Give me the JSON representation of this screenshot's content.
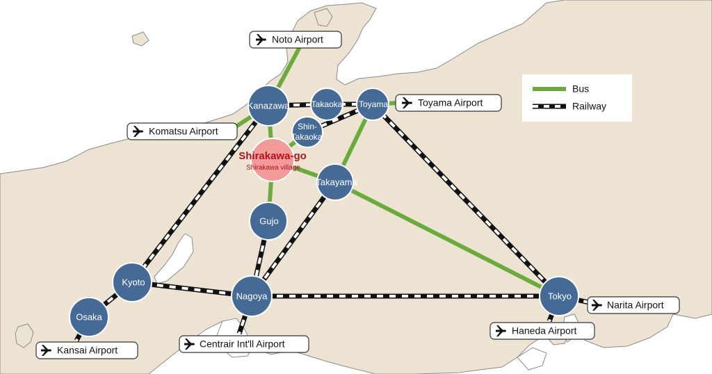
{
  "colors": {
    "sea": "#ffffff",
    "land": "#ece3d3",
    "coast": "#8a8a8a",
    "bus": "#6bab3d",
    "rail_dark": "#111111",
    "rail_light": "#ffffff",
    "city": "#456a95",
    "city_stroke": "#ffffff",
    "highlight": "#f39a9a"
  },
  "legend": {
    "bus_label": "Bus",
    "rail_label": "Railway"
  },
  "cities": {
    "kanazawa": "Kanazawa",
    "takaoka": "Takaoka",
    "toyama": "Toyama",
    "shin_takaoka_1": "Shin-",
    "shin_takaoka_2": "Takaoka",
    "takayama": "Takayama",
    "gujo": "Gujo",
    "nagoya": "Nagoya",
    "kyoto": "Kyoto",
    "osaka": "Osaka",
    "tokyo": "Tokyo"
  },
  "destination": {
    "name": "Shirakawa-go",
    "subtitle": "Shirakawa village"
  },
  "airports": {
    "icon": "airplane-icon",
    "noto": "Noto Airport",
    "toyama": "Toyama Airport",
    "komatsu": "Komatsu Airport",
    "narita": "Narita Airport",
    "haneda": "Haneda Airport",
    "centrair": "Centrair Int'll  Airport",
    "kansai": "Kansai Airport"
  }
}
